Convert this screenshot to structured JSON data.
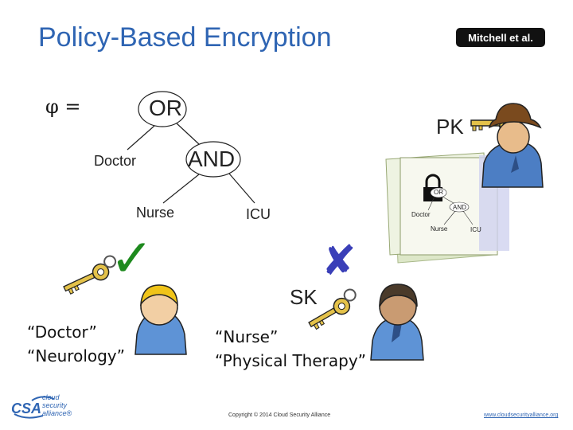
{
  "slide": {
    "title": "Policy-Based Encryption",
    "citation": "Mitchell et al."
  },
  "policy": {
    "symbol": "φ =",
    "root": "OR",
    "left_leaf": "Doctor",
    "inner": "AND",
    "inner_left": "Nurse",
    "inner_right": "ICU"
  },
  "public_key_label": "PK",
  "secret_key_label": "SK",
  "document_policy": {
    "root": "OR",
    "left": "Doctor",
    "inner": "AND",
    "inner_left": "Nurse",
    "inner_right": "ICU"
  },
  "user_doctor": {
    "attributes": [
      "“Doctor”",
      "“Neurology”"
    ],
    "result": "✓",
    "result_color": "#1e8a1e"
  },
  "user_nurse": {
    "attributes": [
      "“Nurse”",
      "“Physical Therapy”"
    ],
    "result": "✘",
    "result_color": "#3a3fb8"
  },
  "footer": {
    "logo_lines": [
      "cloud",
      "security",
      "alliance®"
    ],
    "logo_abbr": "CSA",
    "copyright": "Copyright © 2014 Cloud Security Alliance",
    "url": "www.cloudsecurityalliance.org"
  },
  "colors": {
    "title": "#2f65b3",
    "key": "#c9a227",
    "check": "#1e8a1e",
    "cross": "#3a3fb8"
  }
}
